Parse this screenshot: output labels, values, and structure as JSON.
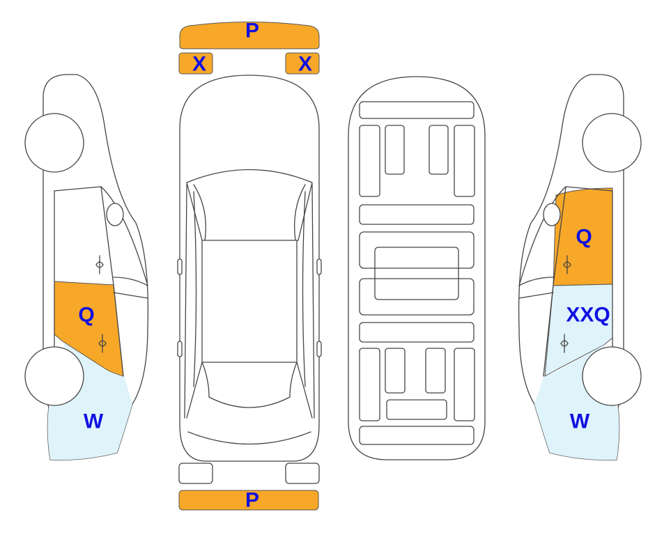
{
  "colors": {
    "damage_orange": "#F7A829",
    "damage_lightblue": "#DFF3FA",
    "label_blue": "#1010E0",
    "outline": "#444444"
  },
  "labels": {
    "front_bumper": "P",
    "left_light": "X",
    "right_light": "X",
    "rear_bumper": "P",
    "left_door": "Q",
    "left_sill": "W",
    "right_front_door": "Q",
    "right_rear_door": "XXQ",
    "right_sill": "W"
  }
}
